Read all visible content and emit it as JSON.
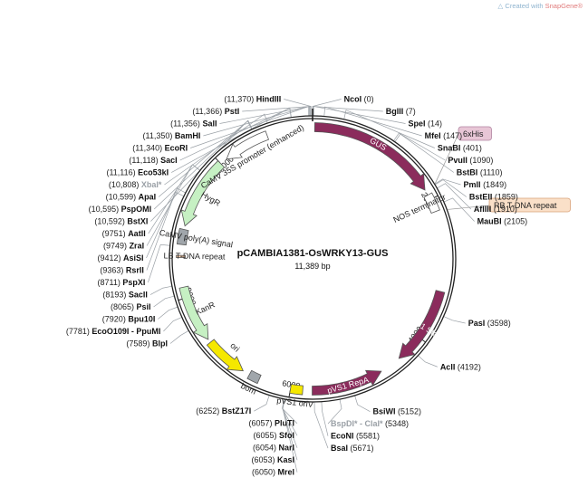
{
  "credit": {
    "prefix": "Created with",
    "brand": "SnapGene®"
  },
  "plasmid": {
    "name": "pCAMBIA1381-OsWRKY13-GUS",
    "size_text": "11,389 bp",
    "length": 11389
  },
  "colors": {
    "gus": "#8b2c5c",
    "repa": "#8b2c5c",
    "marker": "#c6f0c3",
    "ori": "#f5e800",
    "promoter": "#ffffff",
    "leader": "#9aa0a6",
    "misc": "#a0a6ab",
    "tag_fill": "#e8c6d6",
    "rb_fill": "#fae0c8"
  },
  "ticks": [
    {
      "label": "2000",
      "pos": 2000
    },
    {
      "label": "4000",
      "pos": 4000
    },
    {
      "label": "6000",
      "pos": 6000
    },
    {
      "label": "8000",
      "pos": 8000
    },
    {
      "label": "10,000",
      "pos": 10000
    }
  ],
  "features": [
    {
      "label": "GUS",
      "type": "arrow",
      "start": 30,
      "end": 1850,
      "dir": 1,
      "color": "#8b2c5c",
      "labelPos": "in"
    },
    {
      "label": "NOS terminator",
      "type": "box",
      "start": 1930,
      "end": 2180,
      "color": "#ffffff",
      "labelPos": "in"
    },
    {
      "label": "pVS1 StaA",
      "type": "arrow",
      "start": 3300,
      "end": 4400,
      "dir": 1,
      "color": "#8b2c5c",
      "labelPos": "in"
    },
    {
      "label": "pVS1 RepA",
      "type": "arrow",
      "start": 4700,
      "end": 5700,
      "dir": -1,
      "color": "#8b2c5c",
      "labelPos": "in"
    },
    {
      "label": "pVS1 oriV",
      "type": "box",
      "start": 5830,
      "end": 6000,
      "color": "#f5e800",
      "labelPos": "out"
    },
    {
      "label": "bom",
      "type": "box",
      "start": 6450,
      "end": 6600,
      "color": "#a0a6ab",
      "labelPos": "out"
    },
    {
      "label": "ori",
      "type": "arrow",
      "start": 6700,
      "end": 7300,
      "dir": -1,
      "color": "#f5e800",
      "labelPos": "in"
    },
    {
      "label": "KanR",
      "type": "arrow",
      "start": 7350,
      "end": 8150,
      "dir": -1,
      "color": "#c6f0c3",
      "labelPos": "in"
    },
    {
      "label": "LB T-DNA repeat",
      "type": "box",
      "start": 8560,
      "end": 8590,
      "color": "#f4c9a8",
      "labelPos": "in"
    },
    {
      "label": "CaMV poly(A) signal",
      "type": "box",
      "start": 8740,
      "end": 8950,
      "color": "#a0a6ab",
      "labelPos": "in"
    },
    {
      "label": "HygR",
      "type": "arrow",
      "start": 9000,
      "end": 10000,
      "dir": -1,
      "color": "#c6f0c3",
      "labelPos": "in"
    },
    {
      "label": "CaMV 35S promoter (enhanced)",
      "type": "arrow",
      "start": 10100,
      "end": 10750,
      "dir": -1,
      "color": "#ffffff",
      "labelPos": "in"
    }
  ],
  "tags": [
    {
      "label": "6xHis",
      "pos": 1849,
      "style": "his"
    },
    {
      "label": "RB T-DNA repeat",
      "pos": 2210,
      "style": "rb"
    }
  ],
  "sites": [
    {
      "name": "HindIII",
      "pos": "(11,370)",
      "n": 11370,
      "side": "L",
      "gray": false
    },
    {
      "name": "PstI",
      "pos": "(11,366)",
      "n": 11366,
      "side": "L",
      "gray": false
    },
    {
      "name": "SalI",
      "pos": "(11,356)",
      "n": 11356,
      "side": "L",
      "gray": false
    },
    {
      "name": "BamHI",
      "pos": "(11,350)",
      "n": 11350,
      "side": "L",
      "gray": false
    },
    {
      "name": "EcoRI",
      "pos": "(11,340)",
      "n": 11340,
      "side": "L",
      "gray": false
    },
    {
      "name": "SacI",
      "pos": "(11,118)",
      "n": 11118,
      "side": "L",
      "gray": false
    },
    {
      "name": "Eco53kI",
      "pos": "(11,116)",
      "n": 11116,
      "side": "L",
      "gray": false
    },
    {
      "name": "XbaI*",
      "pos": "(10,808)",
      "n": 10808,
      "side": "L",
      "gray": true
    },
    {
      "name": "ApaI",
      "pos": "(10,599)",
      "n": 10599,
      "side": "L",
      "gray": false
    },
    {
      "name": "PspOMI",
      "pos": "(10,595)",
      "n": 10595,
      "side": "L",
      "gray": false
    },
    {
      "name": "BstXI",
      "pos": "(10,592)",
      "n": 10592,
      "side": "L",
      "gray": false
    },
    {
      "name": "AatII",
      "pos": "(9751)",
      "n": 9751,
      "side": "L",
      "gray": false
    },
    {
      "name": "ZraI",
      "pos": "(9749)",
      "n": 9749,
      "side": "L",
      "gray": false
    },
    {
      "name": "AsiSI",
      "pos": "(9412)",
      "n": 9412,
      "side": "L",
      "gray": false
    },
    {
      "name": "RsrII",
      "pos": "(9363)",
      "n": 9363,
      "side": "L",
      "gray": false
    },
    {
      "name": "PspXI",
      "pos": "(8711)",
      "n": 8711,
      "side": "L",
      "gray": false
    },
    {
      "name": "SacII",
      "pos": "(8193)",
      "n": 8193,
      "side": "L",
      "gray": false
    },
    {
      "name": "PsiI",
      "pos": "(8065)",
      "n": 8065,
      "side": "L",
      "gray": false
    },
    {
      "name": "Bpu10I",
      "pos": "(7920)",
      "n": 7920,
      "side": "L",
      "gray": false
    },
    {
      "name": "EcoO109I - PpuMI",
      "pos": "(7781)",
      "n": 7781,
      "side": "L",
      "gray": false
    },
    {
      "name": "BlpI",
      "pos": "(7589)",
      "n": 7589,
      "side": "L",
      "gray": false
    },
    {
      "name": "BstZ17I",
      "pos": "(6252)",
      "n": 6252,
      "side": "L",
      "gray": false
    },
    {
      "name": "PluTI",
      "pos": "(6057)",
      "n": 6057,
      "side": "L",
      "gray": false
    },
    {
      "name": "SfoI",
      "pos": "(6055)",
      "n": 6055,
      "side": "L",
      "gray": false
    },
    {
      "name": "NarI",
      "pos": "(6054)",
      "n": 6054,
      "side": "L",
      "gray": false
    },
    {
      "name": "KasI",
      "pos": "(6053)",
      "n": 6053,
      "side": "L",
      "gray": false
    },
    {
      "name": "MreI",
      "pos": "(6050)",
      "n": 6050,
      "side": "L",
      "gray": false
    },
    {
      "name": "NcoI",
      "pos": "(0)",
      "n": 0,
      "side": "R",
      "gray": false
    },
    {
      "name": "BglII",
      "pos": "(7)",
      "n": 7,
      "side": "R",
      "gray": false
    },
    {
      "name": "SpeI",
      "pos": "(14)",
      "n": 14,
      "side": "R",
      "gray": false
    },
    {
      "name": "MfeI",
      "pos": "(147)",
      "n": 147,
      "side": "R",
      "gray": false
    },
    {
      "name": "SnaBI",
      "pos": "(401)",
      "n": 401,
      "side": "R",
      "gray": false
    },
    {
      "name": "PvuII",
      "pos": "(1090)",
      "n": 1090,
      "side": "R",
      "gray": false
    },
    {
      "name": "BstBI",
      "pos": "(1110)",
      "n": 1110,
      "side": "R",
      "gray": false
    },
    {
      "name": "PmlI",
      "pos": "(1849)",
      "n": 1849,
      "side": "R",
      "gray": false
    },
    {
      "name": "BstEII",
      "pos": "(1859)",
      "n": 1859,
      "side": "R",
      "gray": false
    },
    {
      "name": "AflIII",
      "pos": "(1910)",
      "n": 1910,
      "side": "R",
      "gray": false
    },
    {
      "name": "MauBI",
      "pos": "(2105)",
      "n": 2105,
      "side": "R",
      "gray": false
    },
    {
      "name": "PasI",
      "pos": "(3598)",
      "n": 3598,
      "side": "R",
      "gray": false
    },
    {
      "name": "AclI",
      "pos": "(4192)",
      "n": 4192,
      "side": "R",
      "gray": false
    },
    {
      "name": "BsiWI",
      "pos": "(5152)",
      "n": 5152,
      "side": "R",
      "gray": false
    },
    {
      "name": "BspDI* - ClaI*",
      "pos": "(5348)",
      "n": 5348,
      "side": "R",
      "gray": true
    },
    {
      "name": "EcoNI",
      "pos": "(5581)",
      "n": 5581,
      "side": "R",
      "gray": false
    },
    {
      "name": "BsaI",
      "pos": "(5671)",
      "n": 5671,
      "side": "R",
      "gray": false
    }
  ]
}
